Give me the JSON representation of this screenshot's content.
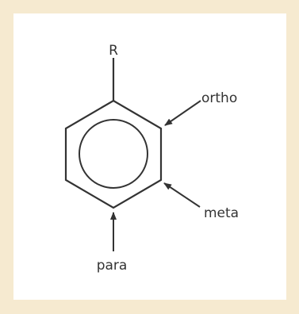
{
  "diagram": {
    "substituent": "R",
    "labels": {
      "ortho": "ortho",
      "meta": "meta",
      "para": "para"
    },
    "colors": {
      "background": "#f6ead0",
      "panel": "#ffffff",
      "stroke": "#333333"
    }
  }
}
